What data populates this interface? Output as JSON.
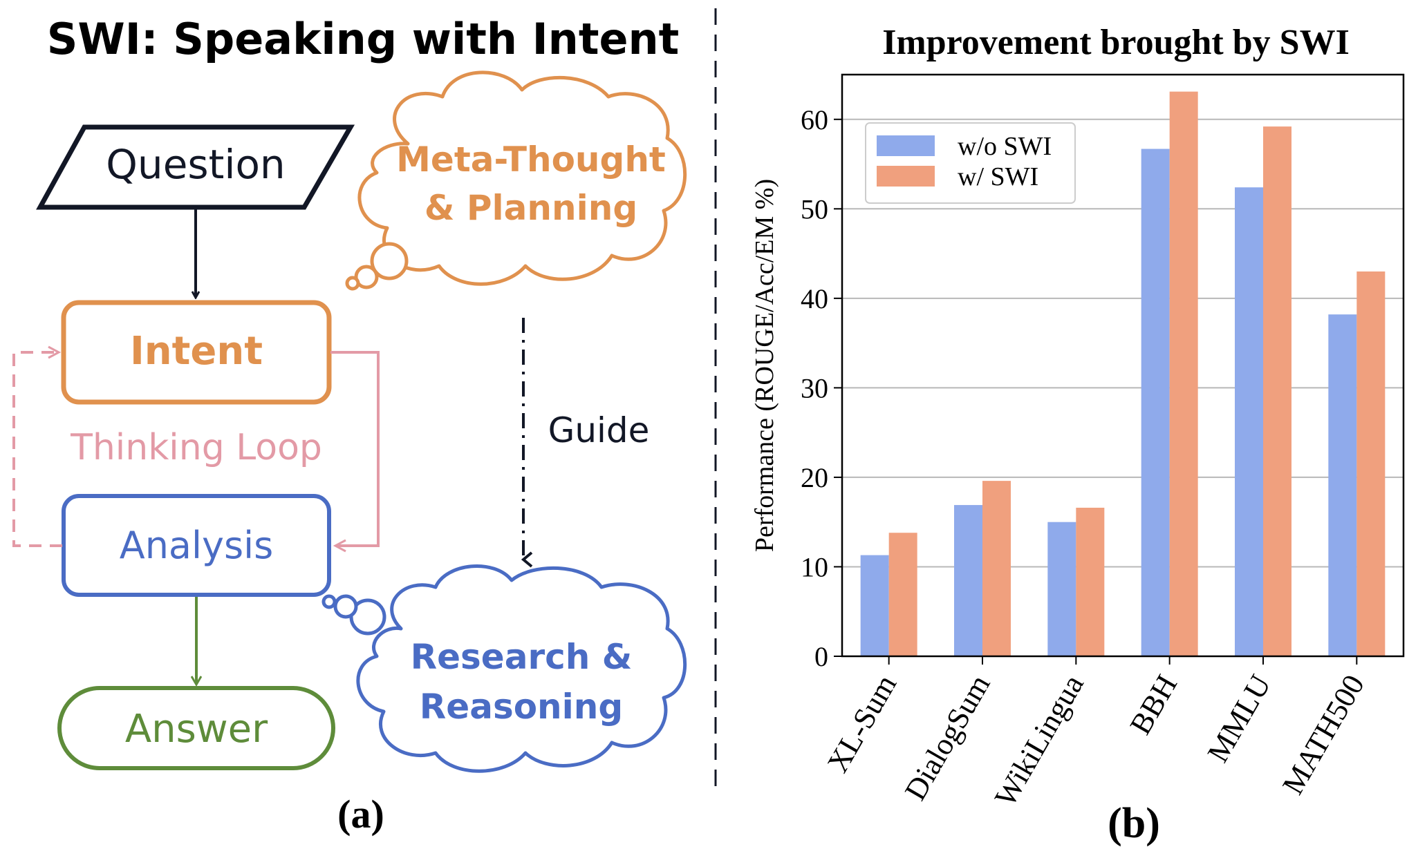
{
  "panel_a": {
    "title": "SWI: Speaking with Intent",
    "question": "Question",
    "intent": "Intent",
    "thinking_loop": "Thinking Loop",
    "analysis": "Analysis",
    "answer": "Answer",
    "cloud_top_line1": "Meta-Thought",
    "cloud_top_line2": "& Planning",
    "guide": "Guide",
    "cloud_bottom_line1": "Research &",
    "cloud_bottom_line2": "Reasoning",
    "caption": "(a)",
    "colors": {
      "orange": "#E0914E",
      "blue": "#4A6CC4",
      "green": "#5E8C3A",
      "pink": "#E39AA6",
      "dark": "#121726"
    }
  },
  "panel_b": {
    "caption": "(b)"
  },
  "chart_data": {
    "type": "bar",
    "title": "Improvement brought by SWI",
    "xlabel": "",
    "ylabel": "Performance (ROUGE/Acc/EM %)",
    "categories": [
      "XL-Sum",
      "DialogSum",
      "WikiLingua",
      "BBH",
      "MMLU",
      "MATH500"
    ],
    "ylim": [
      0,
      65
    ],
    "yticks": [
      "0",
      "10",
      "20",
      "30",
      "40",
      "50",
      "60"
    ],
    "grid": "horizontal",
    "legend_position": "top-left",
    "series": [
      {
        "name": "w/o SWI",
        "color": "#8FAAEB",
        "values": [
          11.3,
          16.9,
          15.0,
          56.7,
          52.4,
          38.2
        ]
      },
      {
        "name": "w/ SWI",
        "color": "#F0A07E",
        "values": [
          13.8,
          19.6,
          16.6,
          63.1,
          59.2,
          43.0
        ]
      }
    ]
  }
}
